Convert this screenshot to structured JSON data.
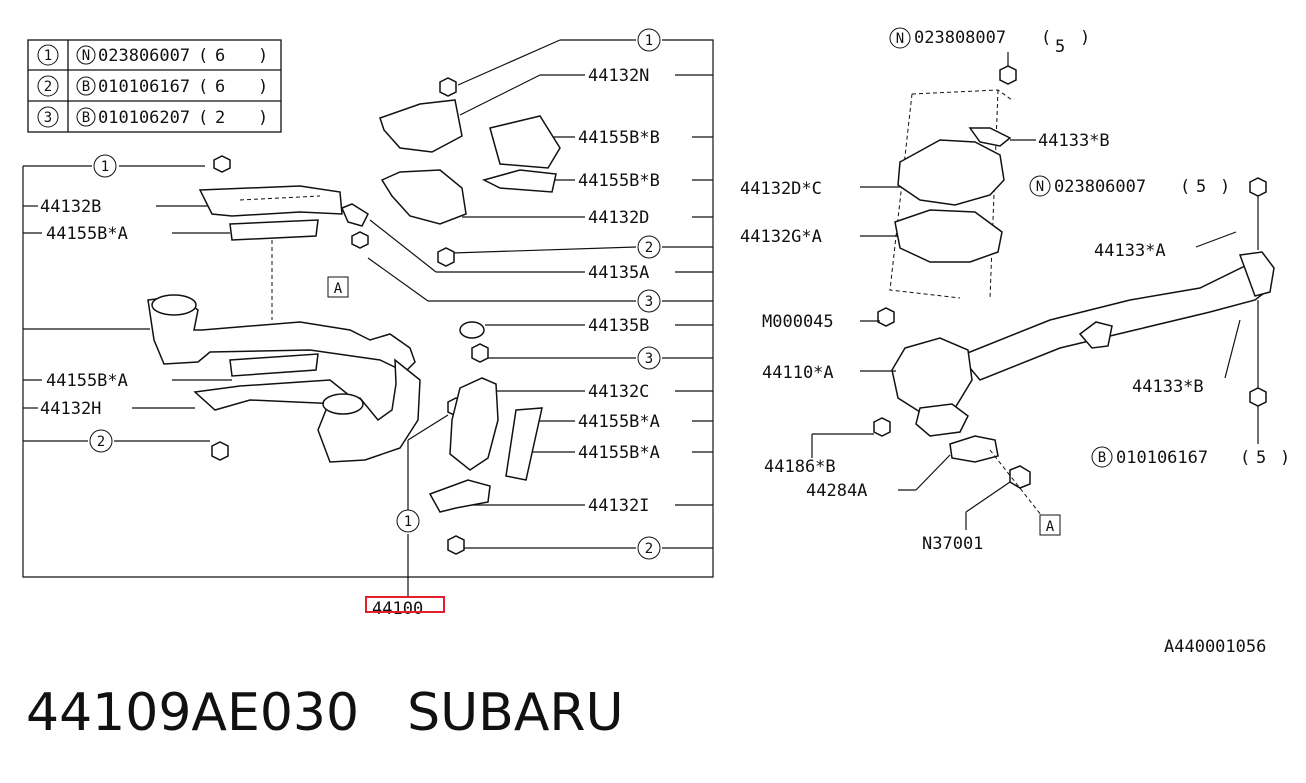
{
  "legend": [
    {
      "num": "1",
      "prefix": "N",
      "code": "023806007",
      "qty": "6"
    },
    {
      "num": "2",
      "prefix": "B",
      "code": "010106167",
      "qty": "6"
    },
    {
      "num": "3",
      "prefix": "B",
      "code": "010106207",
      "qty": "2"
    }
  ],
  "left_labels": {
    "p44132B": "44132B",
    "p44155BA_top": "44155B*A",
    "p44155BA_mid": "44155B*A",
    "p44132H": "44132H",
    "ref_A": "A"
  },
  "right_col_labels": {
    "p44132N": "44132N",
    "p44155BB_1": "44155B*B",
    "p44155BB_2": "44155B*B",
    "p44132D": "44132D",
    "p44135A": "44135A",
    "p44135B": "44135B",
    "p44132C": "44132C",
    "p44155BA_1": "44155B*A",
    "p44155BA_2": "44155B*A",
    "p44132I": "44132I"
  },
  "callouts": {
    "c1_top": "1",
    "c1_left": "1",
    "c2_left": "2",
    "c2_a": "2",
    "c3_a": "3",
    "c3_b": "3",
    "c1_bottom": "1",
    "c2_bottom": "2"
  },
  "assembly_label": "44100",
  "right_diagram": {
    "n_top": {
      "prefix": "N",
      "code": "023808007",
      "qty": "5"
    },
    "p44133B_top": "44133*B",
    "p44132DC": "44132D*C",
    "p44132GA": "44132G*A",
    "n_mid": {
      "prefix": "N",
      "code": "023806007",
      "qty": "5"
    },
    "p44133A": "44133*A",
    "pM000045": "M000045",
    "p44110A": "44110*A",
    "p44133B_bot": "44133*B",
    "p44186B": "44186*B",
    "b_bot": {
      "prefix": "B",
      "code": "010106167",
      "qty": "5"
    },
    "p44284A": "44284A",
    "pN37001": "N37001",
    "ref_A": "A"
  },
  "diagram_code": "A440001056",
  "part_number": "44109AE030",
  "brand": "SUBARU"
}
